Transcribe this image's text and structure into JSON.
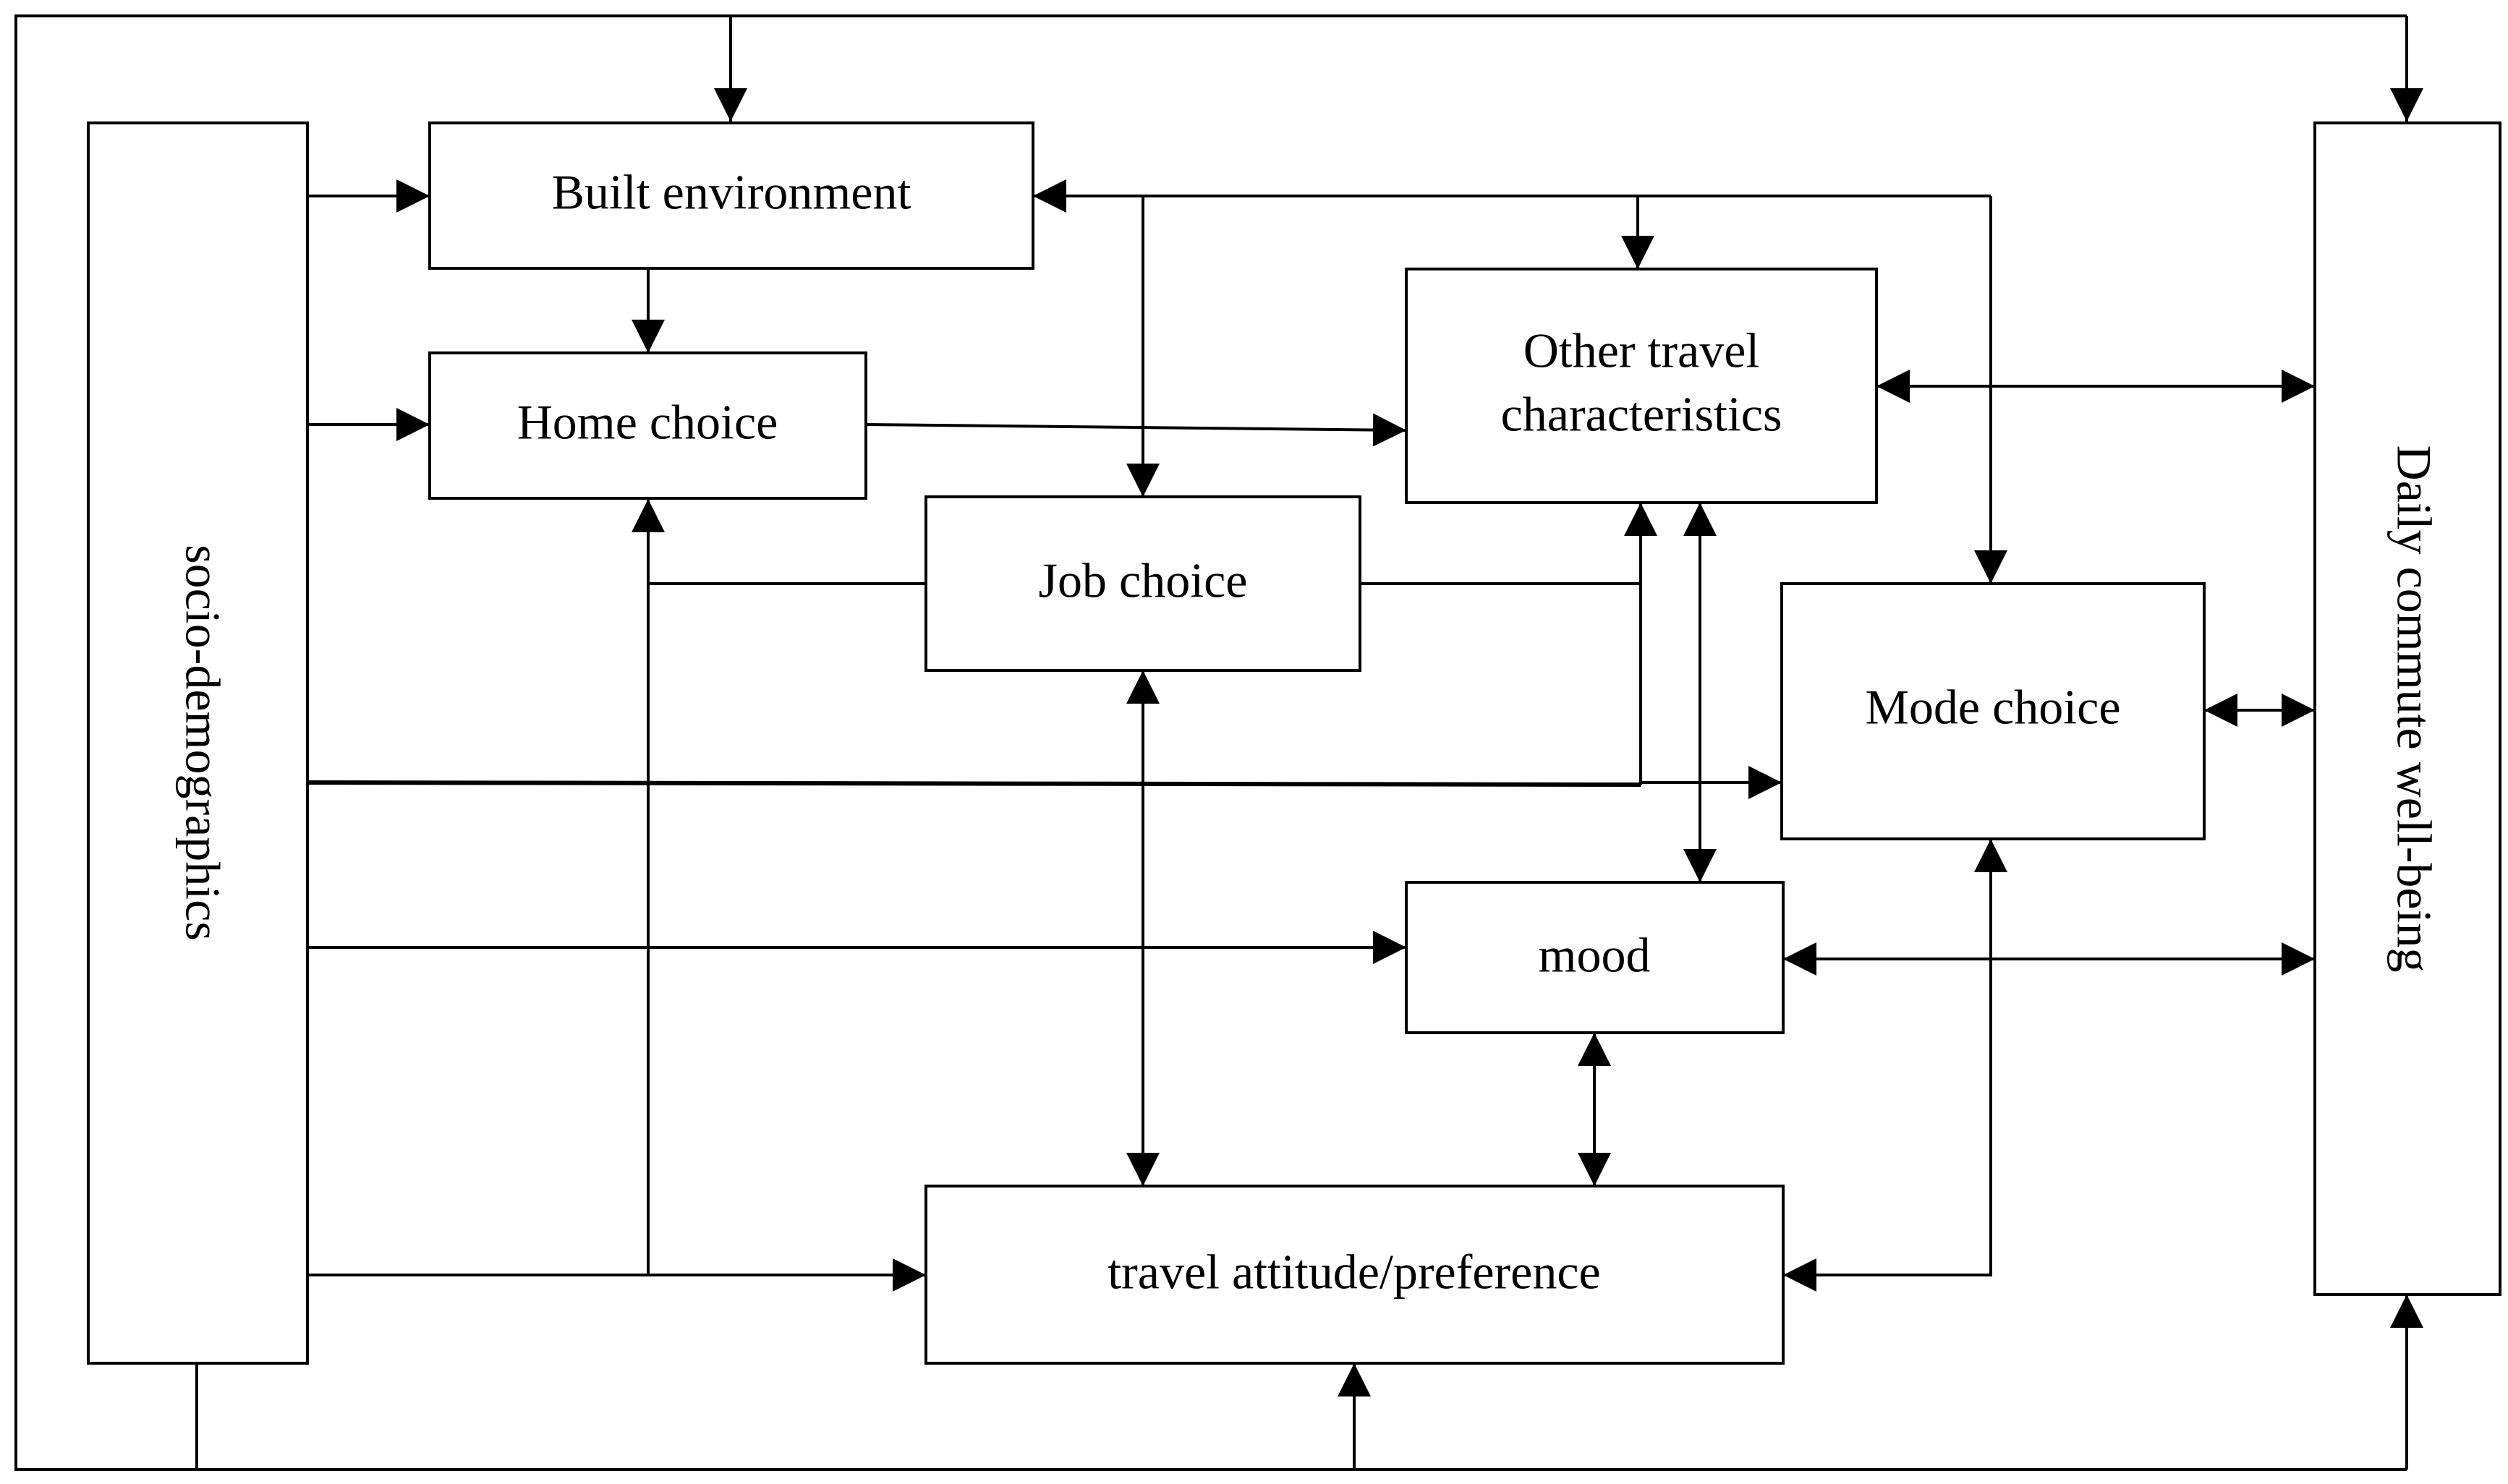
{
  "nodes": {
    "socio_demographics": "socio-demographics",
    "built_environment": "Built environment",
    "home_choice": "Home choice",
    "job_choice": "Job choice",
    "other_travel_line1": "Other travel",
    "other_travel_line2": "characteristics",
    "mode_choice": "Mode choice",
    "mood": "mood",
    "travel_attitude": "travel attitude/preference",
    "daily_commute": "Daily commute well-being"
  },
  "colors": {
    "stroke": "#000000",
    "background": "#ffffff"
  }
}
